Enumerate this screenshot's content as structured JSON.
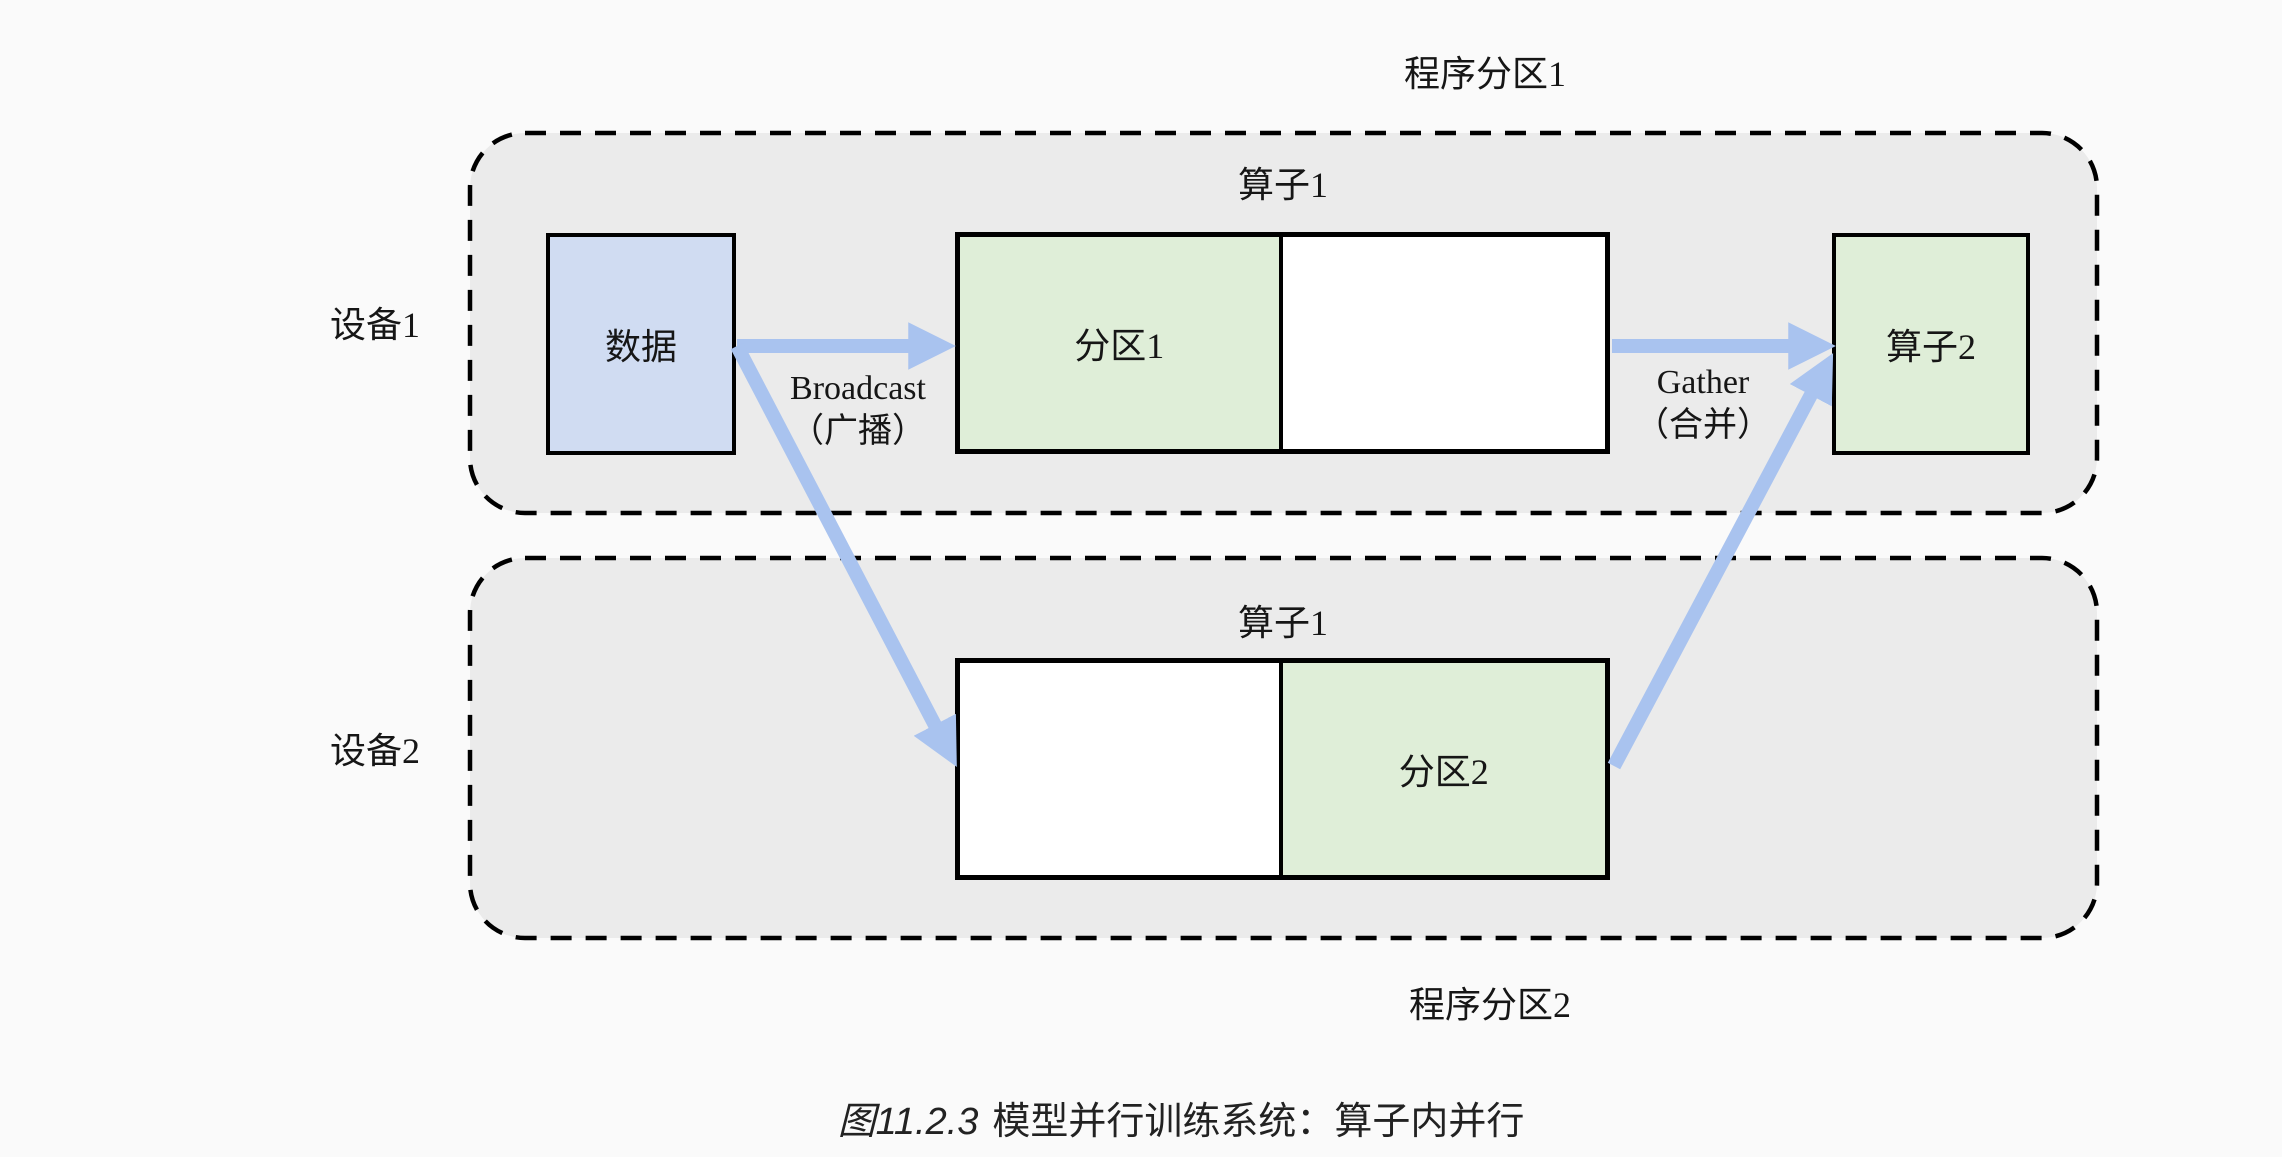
{
  "colors": {
    "page_bg": "#fafafa",
    "container_bg": "#ebebeb",
    "line": "#000000",
    "text": "#161616",
    "data_fill": "#d0dcf2",
    "partition_fill": "#dfeed8",
    "plain_fill": "#ffffff",
    "arrow": "#a9c3ef"
  },
  "labels": {
    "program_partition_1": "程序分区1",
    "program_partition_2": "程序分区2",
    "device_1": "设备1",
    "device_2": "设备2",
    "operator1_device1": "算子1",
    "operator1_device2": "算子1",
    "data_box": "数据",
    "partition_1": "分区1",
    "partition_2": "分区2",
    "operator_2": "算子2"
  },
  "arrows": {
    "broadcast_en": "Broadcast",
    "broadcast_zh": "（广播）",
    "gather_en": "Gather",
    "gather_zh": "（合并）"
  },
  "caption": {
    "figure_number": "图11.2.3",
    "title": "模型并行训练系统：算子内并行"
  }
}
